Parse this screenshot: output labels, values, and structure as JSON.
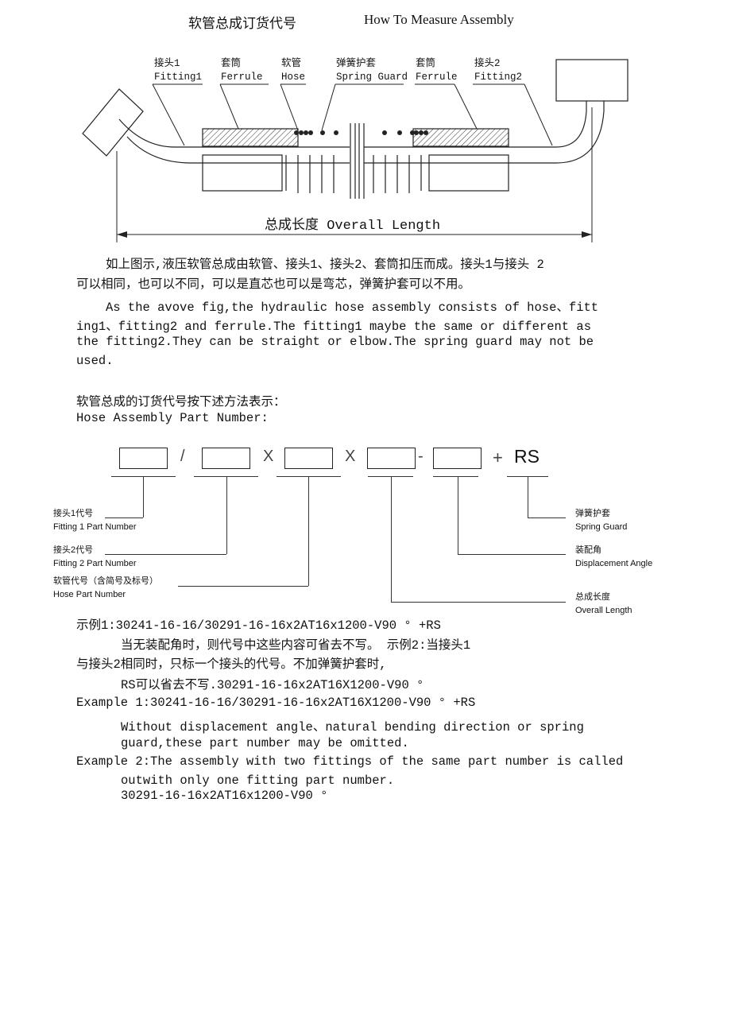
{
  "header": {
    "title_cn": "软管总成订货代号",
    "title_en": "How To Measure Assembly"
  },
  "diagram": {
    "labels": [
      {
        "cn": "接头1",
        "en": "Fitting1"
      },
      {
        "cn": "套筒",
        "en": "Ferrule"
      },
      {
        "cn": "软管",
        "en": "Hose"
      },
      {
        "cn": "弹簧护套",
        "en": "Spring Guard"
      },
      {
        "cn": "套筒",
        "en": "Ferrule"
      },
      {
        "cn": "接头2",
        "en": "Fitting2"
      }
    ],
    "overall_length": "总成长度 Overall Length"
  },
  "intro": {
    "cn_lines": [
      "如上图示,液压软管总成由软管、接头1、接头2、套筒扣压而成。接头1与接头 2",
      "可以相同，也可以不同，可以是直芯也可以是弯芯，弹簧护套可以不用。"
    ],
    "en_lines": [
      "As the avove fig,the hydraulic hose assembly consists of hose、fitt",
      "ing1、fitting2 and ferrule.The fitting1 maybe the same or different as",
      "the fitting2.They can be straight or elbow.The spring guard may not be",
      "used."
    ]
  },
  "part_number": {
    "heading_cn": "软管总成的订货代号按下述方法表示：",
    "heading_en": "Hose Assembly Part Number:",
    "separators": [
      "/",
      "X",
      "X",
      "-",
      "+",
      "RS"
    ],
    "fields": [
      {
        "cn": "接头1代号",
        "en": "Fitting 1 Part Number"
      },
      {
        "cn": "接头2代号",
        "en": "Fitting 2 Part Number"
      },
      {
        "cn": "软管代号（含简号及标号）",
        "en": "Hose Part Number"
      },
      {
        "cn": "总成长度",
        "en": "Overall Length"
      },
      {
        "cn": "装配角",
        "en": "Displacement Angle"
      },
      {
        "cn": "弹簧护套",
        "en": "Spring Guard"
      }
    ]
  },
  "examples": [
    "示例1:30241-16-16/30291-16-16x2AT16x1200-V90 ° +RS",
    "当无装配角时，则代号中这些内容可省去不写。 示例2:当接头1",
    "与接头2相同时，只标一个接头的代号。不加弹簧护套时,",
    "RS可以省去不写.30291-16-16x2AT16X1200-V90 °",
    "Example 1:30241-16-16/30291-16-16x2AT16X1200-V90 ° +RS",
    "Without displacement angle、natural bending direction or spring",
    "guard,these part number may be omitted.",
    "Example 2:The assembly with two fittings of the same part number is called",
    "outwith only one fitting part number.",
    "30291-16-16x2AT16x1200-V90 °"
  ]
}
